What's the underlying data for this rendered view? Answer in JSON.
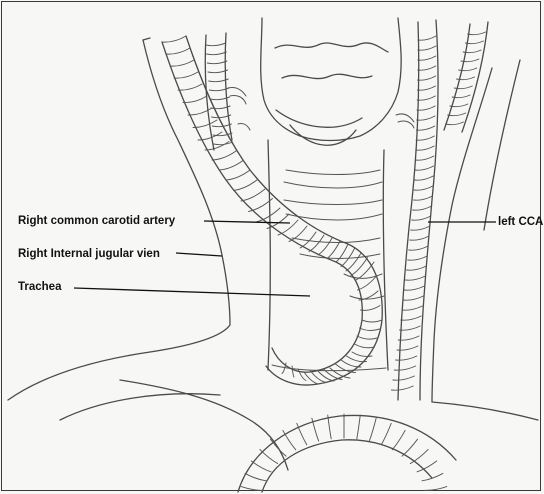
{
  "labels": {
    "right_cca": "Right common carotid artery",
    "right_ijv": "Right Internal jugular vien",
    "trachea": "Trachea",
    "left_cca": "left CCA"
  },
  "colors": {
    "paper": "#f7f7f6",
    "pencil": "#4a4a4a",
    "label_ink": "#111111"
  }
}
